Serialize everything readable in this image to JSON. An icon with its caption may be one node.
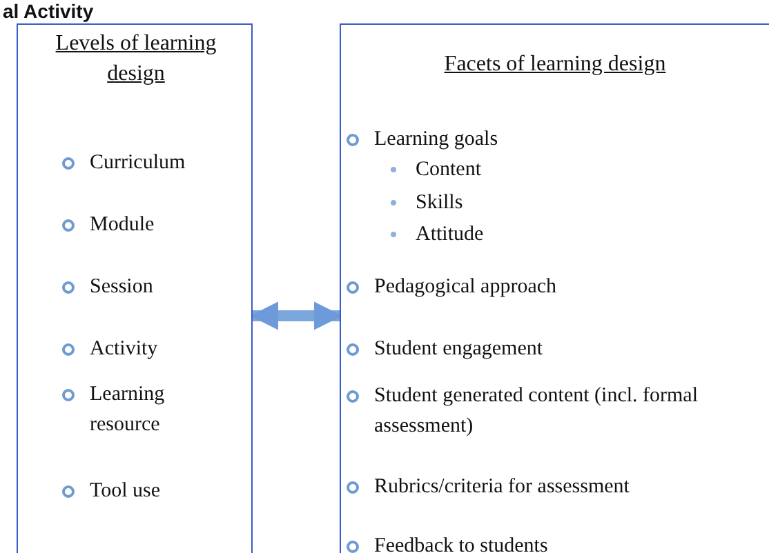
{
  "diagram": {
    "title": "al Activity",
    "nodes": [
      {
        "text": [
          "Levels of learning design",
          "Curriculum",
          "Module",
          "Session",
          "Activity",
          "Learning resource",
          "Tool use"
        ]
      },
      {
        "text": [
          "Facets of learning design",
          "Learning goals",
          "Content",
          "Skills",
          "Attitude",
          "Pedagogical approach",
          "Student engagement",
          "Student generated content (incl. formal assessment)",
          "Rubrics/criteria for assessment",
          "Feedback to students"
        ]
      }
    ],
    "edges": [
      {
        "from": 0,
        "to": 1,
        "arrow": "both"
      }
    ]
  }
}
